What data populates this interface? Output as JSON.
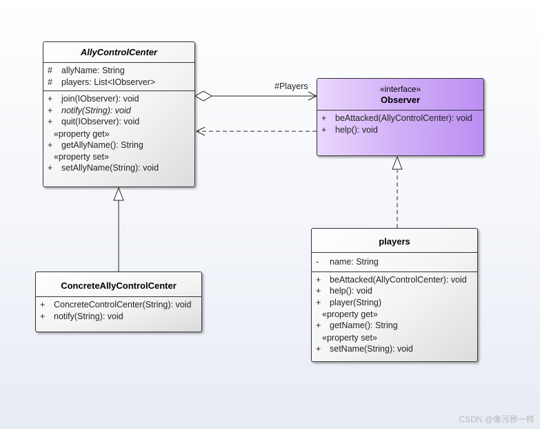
{
  "classes": {
    "ally_control_center": {
      "name": "AllyControlCenter",
      "attributes": [
        {
          "vis": "#",
          "text": "allyName: String"
        },
        {
          "vis": "#",
          "text": "players: List<IObserver>"
        }
      ],
      "operations": [
        {
          "vis": "+",
          "text": "join(IObserver): void"
        },
        {
          "vis": "+",
          "text": "notify(String): void"
        },
        {
          "vis": "+",
          "text": "quit(IObserver): void"
        }
      ],
      "property_get_label": "«property get»",
      "property_get": [
        {
          "vis": "+",
          "text": "getAllyName(): String"
        }
      ],
      "property_set_label": "«property set»",
      "property_set": [
        {
          "vis": "+",
          "text": "setAllyName(String): void"
        }
      ]
    },
    "observer": {
      "stereotype": "«interface»",
      "name": "Observer",
      "operations": [
        {
          "vis": "+",
          "text": "beAttacked(AllyControlCenter): void"
        },
        {
          "vis": "+",
          "text": "help(): void"
        }
      ]
    },
    "concrete_ally_control_center": {
      "name": "ConcreteAllyControlCenter",
      "operations": [
        {
          "vis": "+",
          "text": "ConcreteControlCenter(String): void"
        },
        {
          "vis": "+",
          "text": "notify(String): void"
        }
      ]
    },
    "players": {
      "name": "players",
      "attributes": [
        {
          "vis": "-",
          "text": "name: String"
        }
      ],
      "operations": [
        {
          "vis": "+",
          "text": "beAttacked(AllyControlCenter): void"
        },
        {
          "vis": "+",
          "text": "help(): void"
        },
        {
          "vis": "+",
          "text": "player(String)"
        }
      ],
      "property_get_label": "«property get»",
      "property_get": [
        {
          "vis": "+",
          "text": "getName(): String"
        }
      ],
      "property_set_label": "«property set»",
      "property_set": [
        {
          "vis": "+",
          "text": "setName(String): void"
        }
      ]
    }
  },
  "relationships": {
    "aggregation_role": "#Players"
  },
  "watermark": "CSDN @像污秽一样"
}
